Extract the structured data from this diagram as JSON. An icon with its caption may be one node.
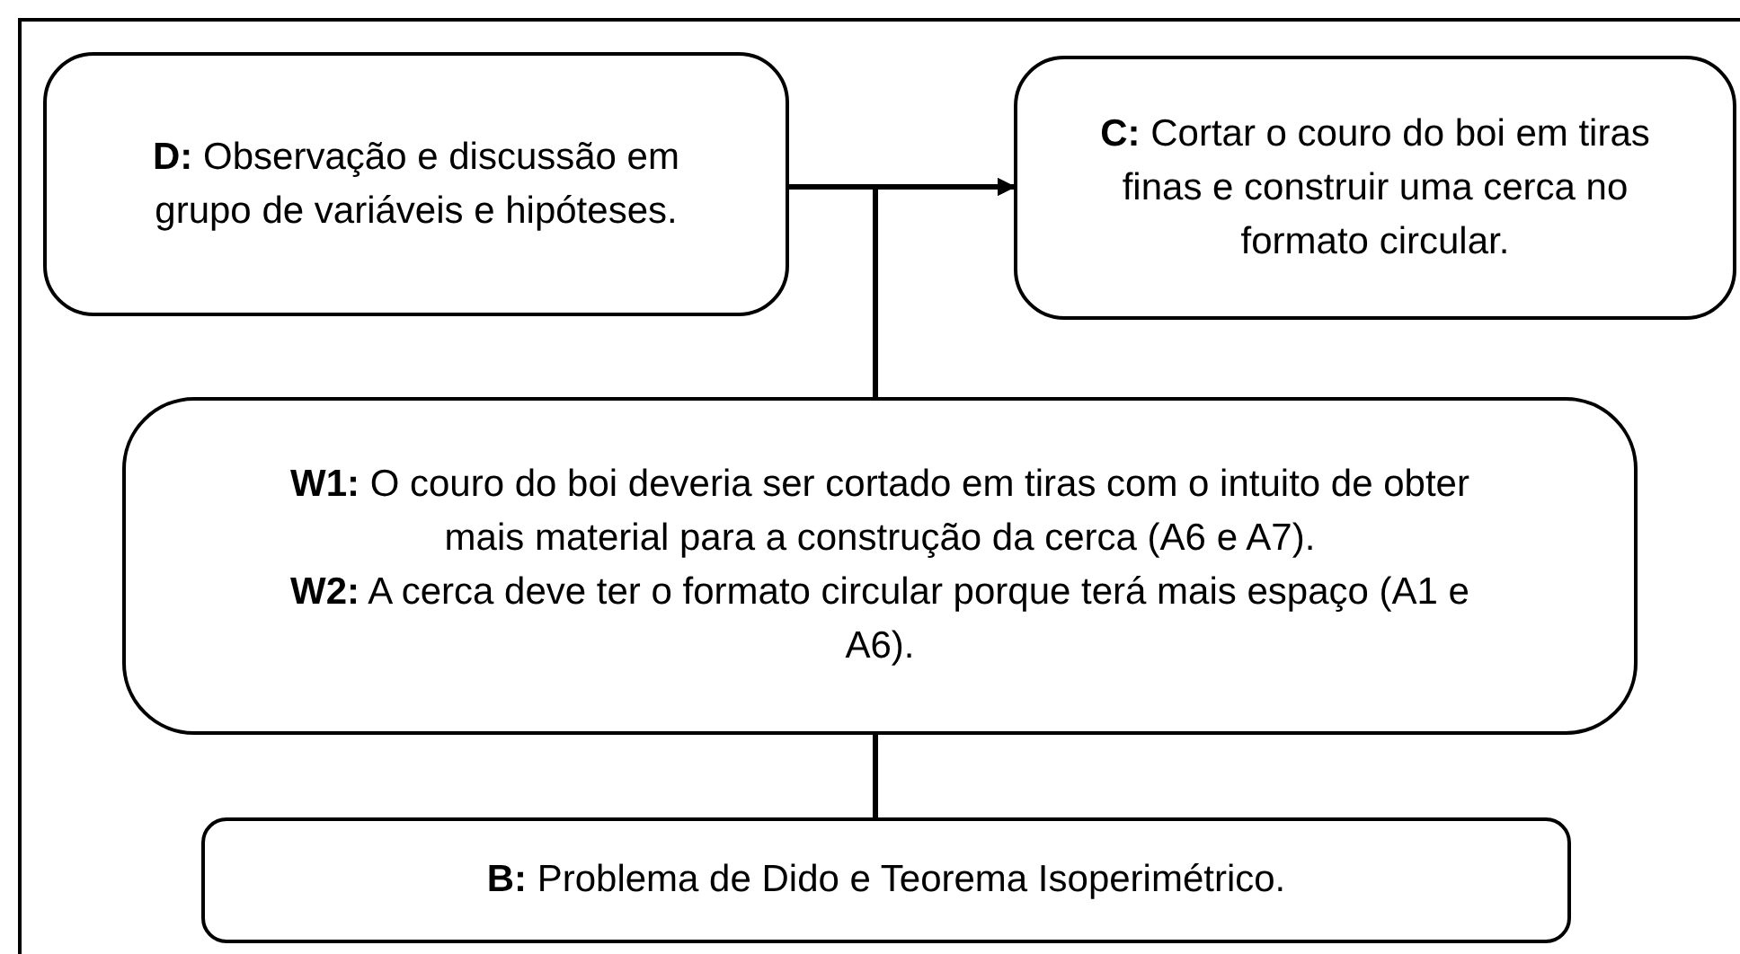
{
  "diagram": {
    "nodes": [
      {
        "text": [
          "**D:** Observação e discussão em grupo de variáveis e hipóteses."
        ]
      },
      {
        "text": [
          "**C:** Cortar o couro do boi em tiras finas e construir uma cerca no formato circular."
        ]
      },
      {
        "text": [
          "**W1:** O couro do boi deveria ser cortado em tiras com o intuito de obter mais material para a construção da cerca (A6 e A7).",
          "**W2:** A cerca deve ter o formato circular porque terá mais espaço (A1 e A6)."
        ]
      },
      {
        "text": [
          "**B:** Problema de Dido e Teorema Isoperimétrico."
        ]
      }
    ],
    "edges": [
      {
        "from": 0,
        "to": 1,
        "arrow": "to"
      },
      {
        "from": 2,
        "to": 1,
        "arrow": "to"
      },
      {
        "from": 3,
        "to": 2,
        "arrow": "none"
      }
    ]
  }
}
